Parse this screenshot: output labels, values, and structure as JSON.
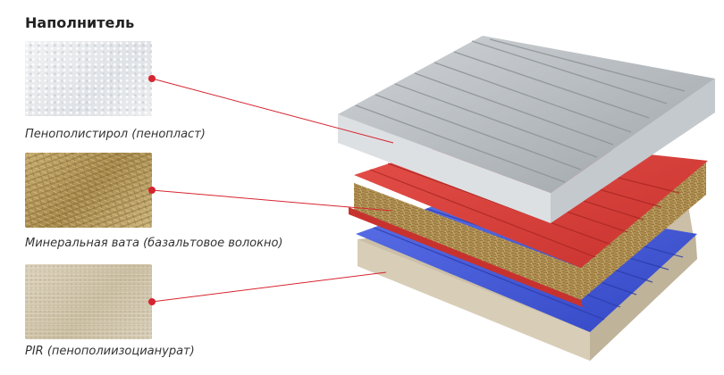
{
  "title": "Наполнитель",
  "materials": [
    {
      "label": "Пенополистирол (пенопласт)"
    },
    {
      "label": "Минеральная вата (базальтовое волокно)"
    },
    {
      "label": "PIR (пенополиизоцианурат)"
    }
  ],
  "colors": {
    "pointer": "#d62430",
    "panel_top": "#b9bec2",
    "panel_mid": "#e0463f",
    "panel_bottom": "#4a5fdc",
    "wool": "#b08f52",
    "pir_core": "#cbbfa8"
  }
}
